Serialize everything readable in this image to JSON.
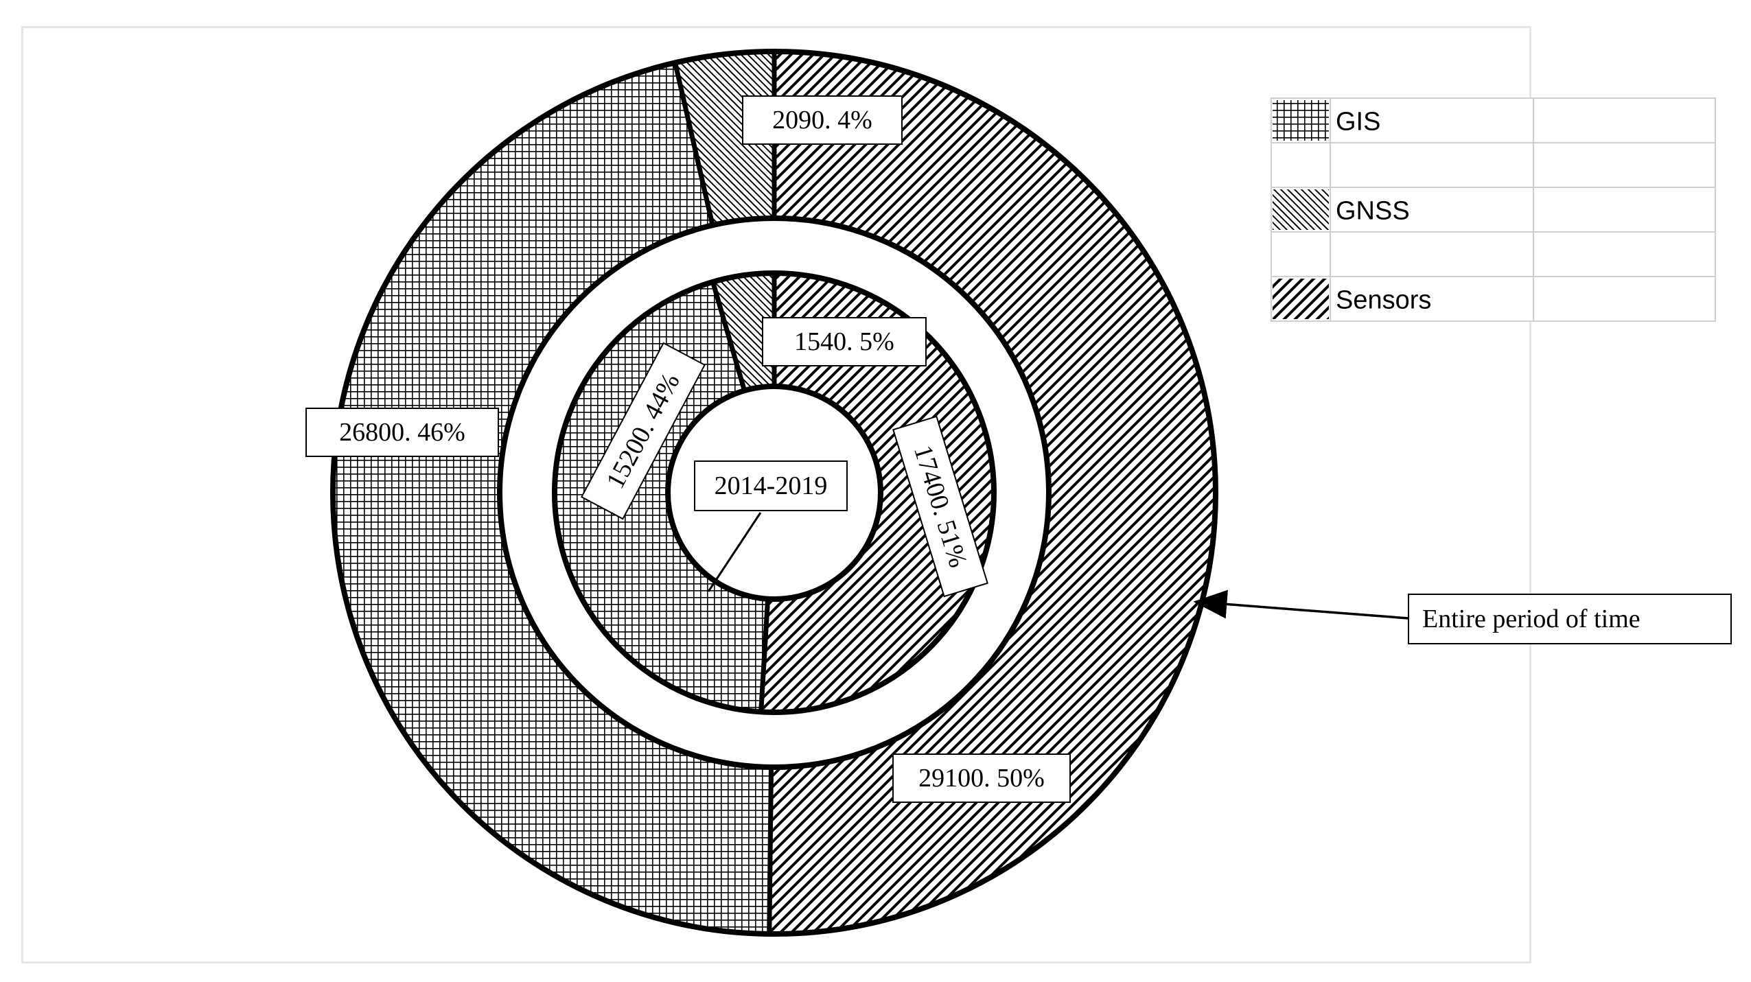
{
  "chart_data": {
    "type": "pie",
    "rings": [
      {
        "name": "Entire period of time",
        "slices": [
          {
            "category": "GIS",
            "value": 26800,
            "percent": "46%",
            "label": "26800. 46%"
          },
          {
            "category": "GNSS",
            "value": 2090,
            "percent": "4%",
            "label": "2090. 4%"
          },
          {
            "category": "Sensors",
            "value": 29100,
            "percent": "50%",
            "label": "29100. 50%"
          }
        ]
      },
      {
        "name": "2014-2019",
        "slices": [
          {
            "category": "GIS",
            "value": 15200,
            "percent": "44%",
            "label": "15200. 44%"
          },
          {
            "category": "GNSS",
            "value": 1540,
            "percent": "5%",
            "label": "1540. 5%"
          },
          {
            "category": "Sensors",
            "value": 17400,
            "percent": "51%",
            "label": "17400. 51%"
          }
        ]
      }
    ],
    "center_label": "2014-2019",
    "outer_ring_annotation": "Entire period of time",
    "legend": [
      {
        "name": "GIS",
        "pattern": "crosshatch"
      },
      {
        "name": "",
        "pattern": "none"
      },
      {
        "name": "GNSS",
        "pattern": "back-diagonal"
      },
      {
        "name": "",
        "pattern": "none"
      },
      {
        "name": "Sensors",
        "pattern": "forward-diagonal"
      }
    ],
    "legend_placement": "top-right",
    "colors": {
      "stroke": "#000000",
      "background": "#ffffff"
    }
  }
}
